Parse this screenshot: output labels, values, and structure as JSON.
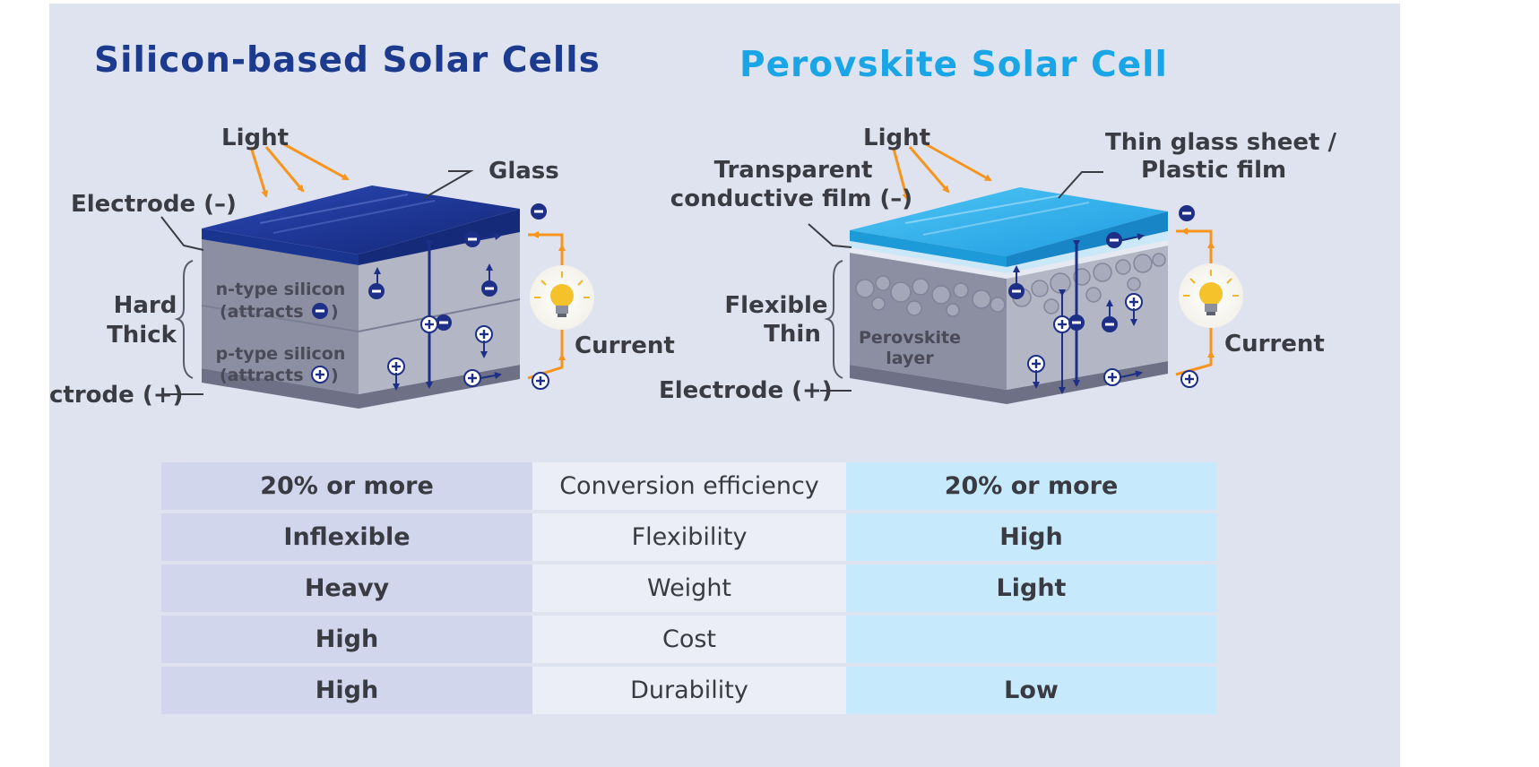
{
  "silicon": {
    "title": "Silicon-based Solar Cells",
    "light": "Light",
    "glass": "Glass",
    "electrode_neg": "Electrode (–)",
    "hard": "Hard",
    "thick": "Thick",
    "n_type_line1": "n-type silicon",
    "n_type_line2": "(attracts",
    "p_type_line1": "p-type silicon",
    "p_type_line2": "(attracts",
    "close_paren": ")",
    "electrode_pos": "ctrode (+)",
    "current": "Current"
  },
  "perovskite": {
    "title": "Perovskite Solar Cell",
    "light": "Light",
    "glass_line1": "Thin glass sheet /",
    "glass_line2": "Plastic film",
    "film_line1": "Transparent",
    "film_line2": "conductive film (–)",
    "flexible": "Flexible",
    "thin": "Thin",
    "layer_line1": "Perovskite",
    "layer_line2": "layer",
    "electrode_pos": "Electrode (+)",
    "current": "Current"
  },
  "symbols": {
    "minus": "−",
    "plus": "+"
  },
  "colors": {
    "silicon_title": "#1c3a8e",
    "perovskite_title": "#1aa6e6",
    "arrow_orange": "#f7941d",
    "navy_charge": "#1d2f86",
    "table_silicon": "#d1d6ec",
    "table_middle": "#eceef7",
    "table_perovskite": "#c6e9fb"
  },
  "comparison": [
    {
      "silicon": "20% or more",
      "property": "Conversion efficiency",
      "perovskite": "20% or more"
    },
    {
      "silicon": "Inflexible",
      "property": "Flexibility",
      "perovskite": "High"
    },
    {
      "silicon": "Heavy",
      "property": "Weight",
      "perovskite": "Light"
    },
    {
      "silicon": "High",
      "property": "Cost",
      "perovskite": ""
    },
    {
      "silicon": "High",
      "property": "Durability",
      "perovskite": "Low"
    }
  ]
}
